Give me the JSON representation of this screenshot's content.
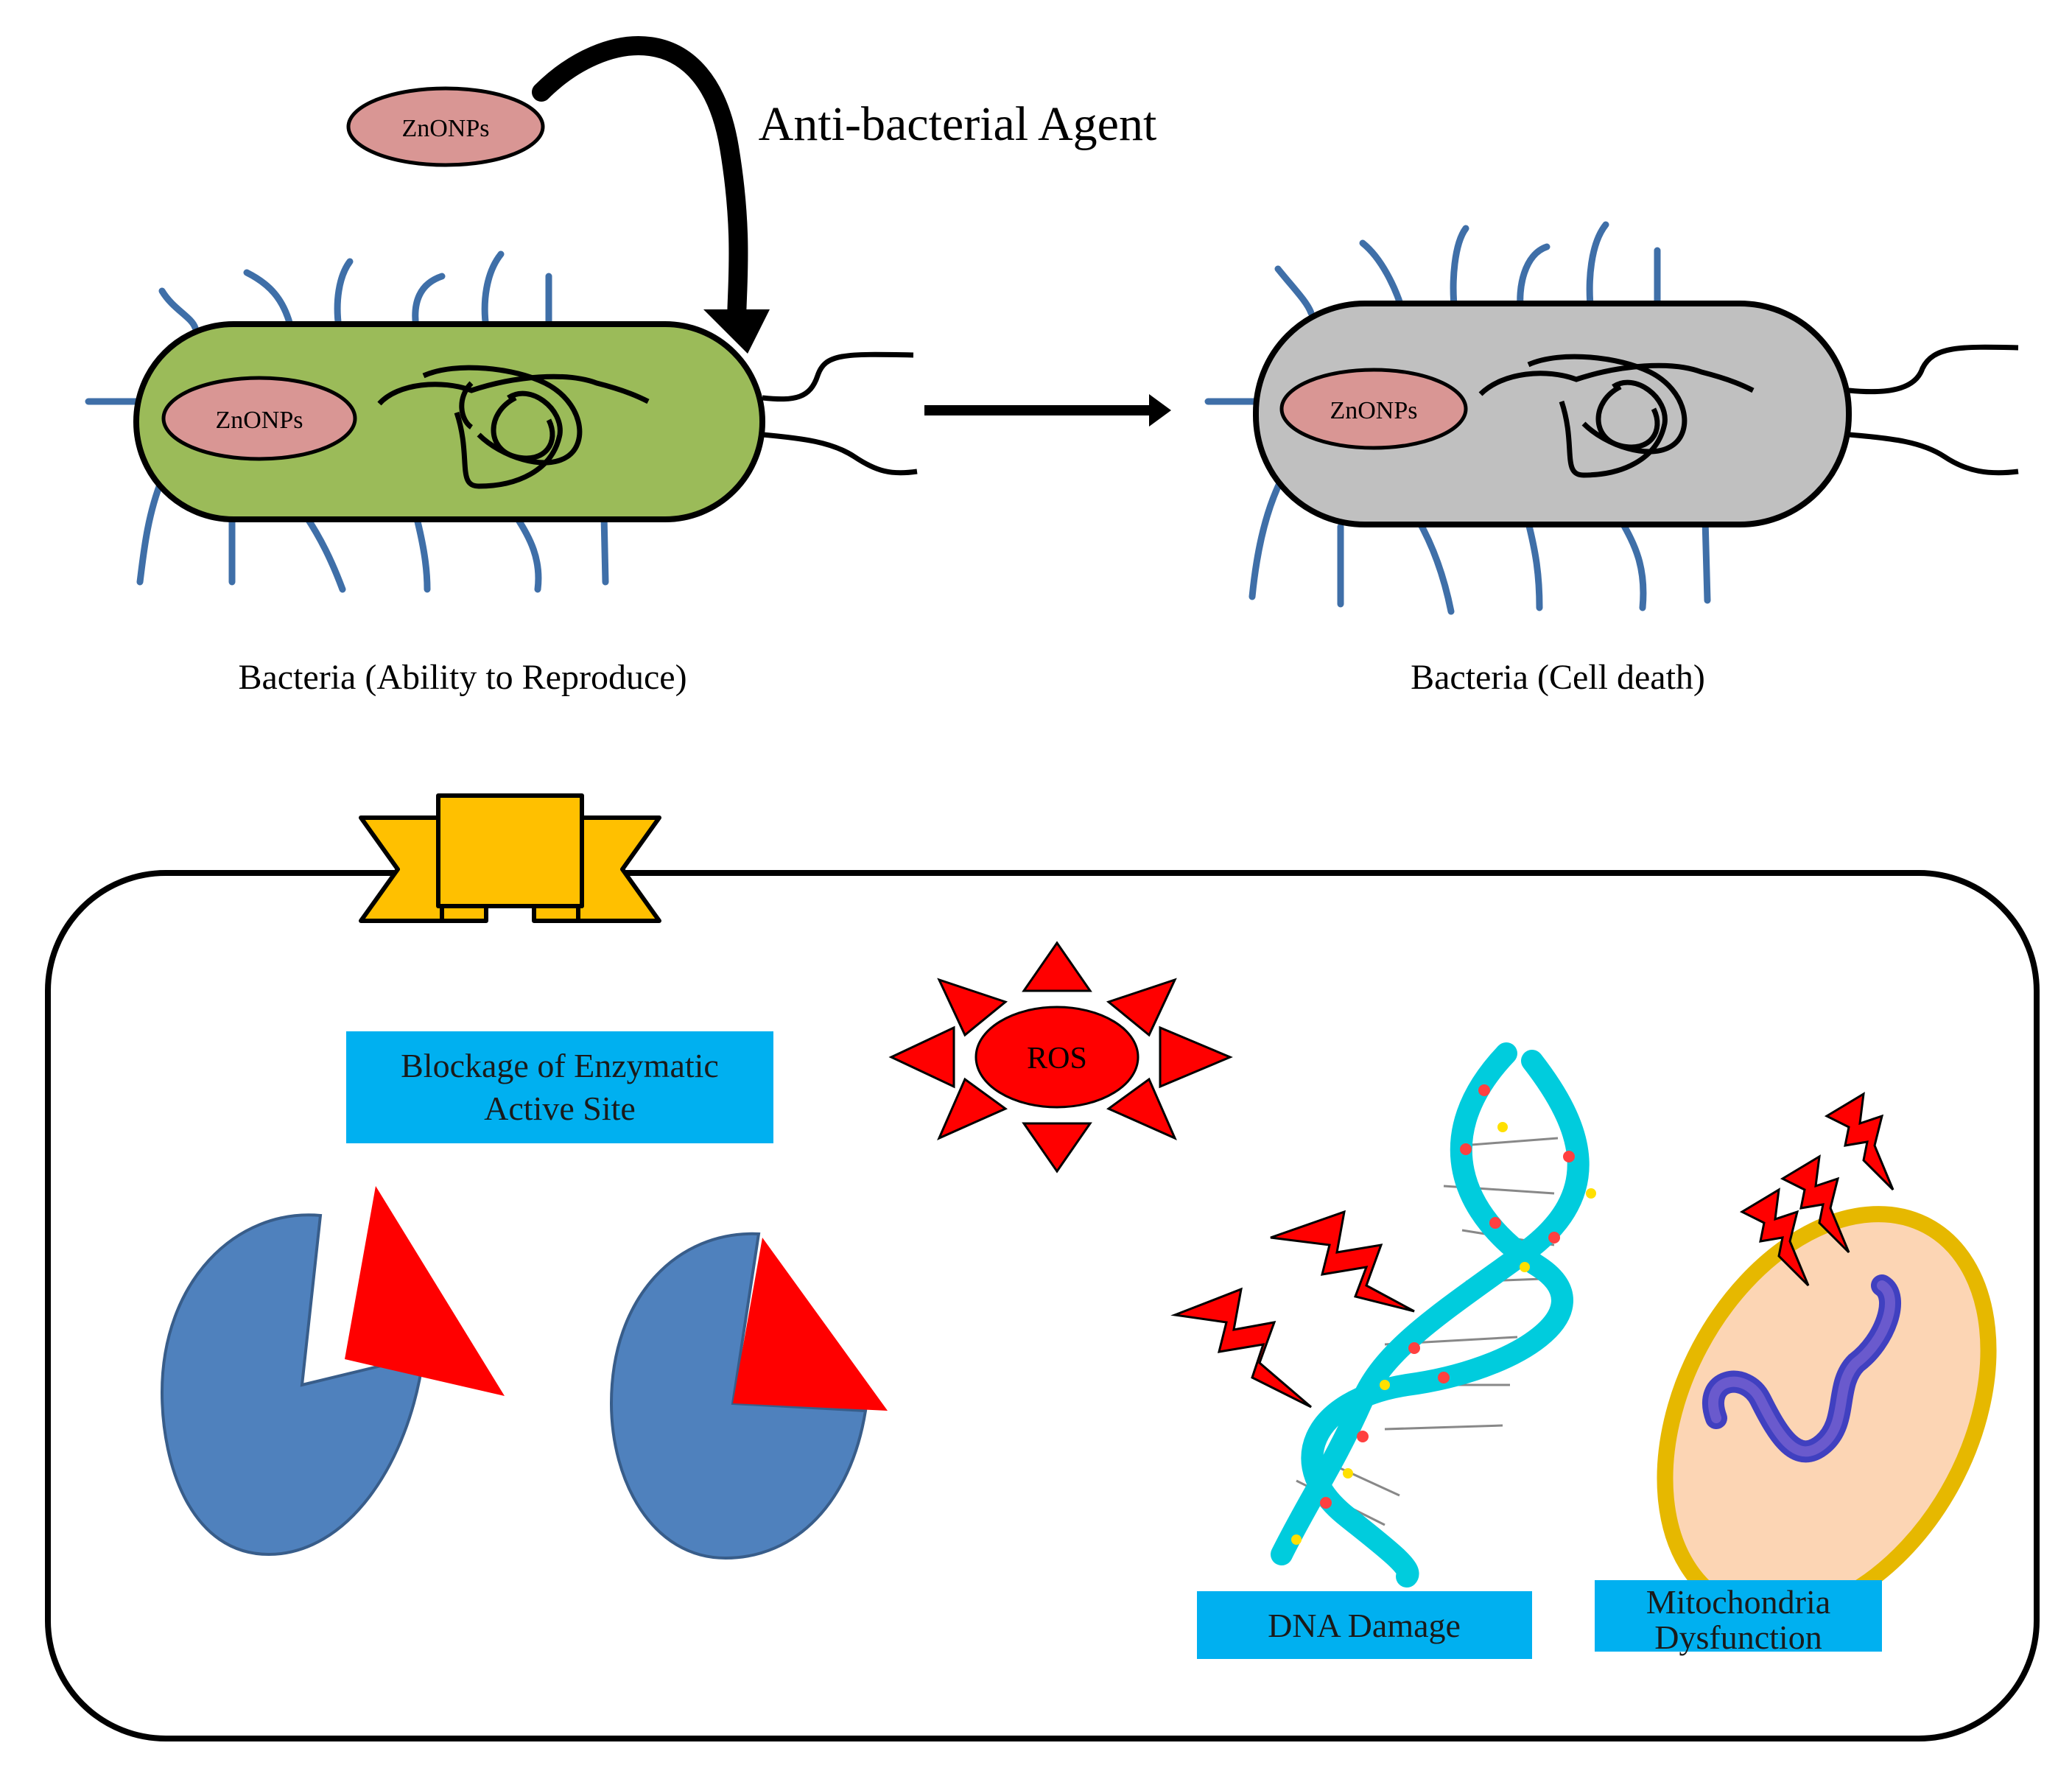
{
  "top": {
    "nanoparticle_label": "ZnONPs",
    "agent_label": "Anti-bacterial Agent",
    "live_bacterium": {
      "caption": "Bacteria (Ability to Reproduce)",
      "particle_label": "ZnONPs",
      "body_color": "#9bbb59"
    },
    "dead_bacterium": {
      "caption": "Bacteria (Cell death)",
      "particle_label": "ZnONPs",
      "body_color": "#c0c0c0"
    }
  },
  "mechanisms": {
    "ros_label": "ROS",
    "enzyme_label_line1": "Blockage of Enzymatic",
    "enzyme_label_line2": "Active Site",
    "dna_label": "DNA Damage",
    "mito_label_line1": "Mitochondria",
    "mito_label_line2": "Dysfunction"
  },
  "colors": {
    "label_box": "#00b0f0",
    "particle": "#d99694",
    "flagella": "#3f6fa8",
    "enzyme": "#4f81bd",
    "inhibitor": "#ff0000",
    "banner": "#ffc000",
    "ros": "#ff0000"
  }
}
